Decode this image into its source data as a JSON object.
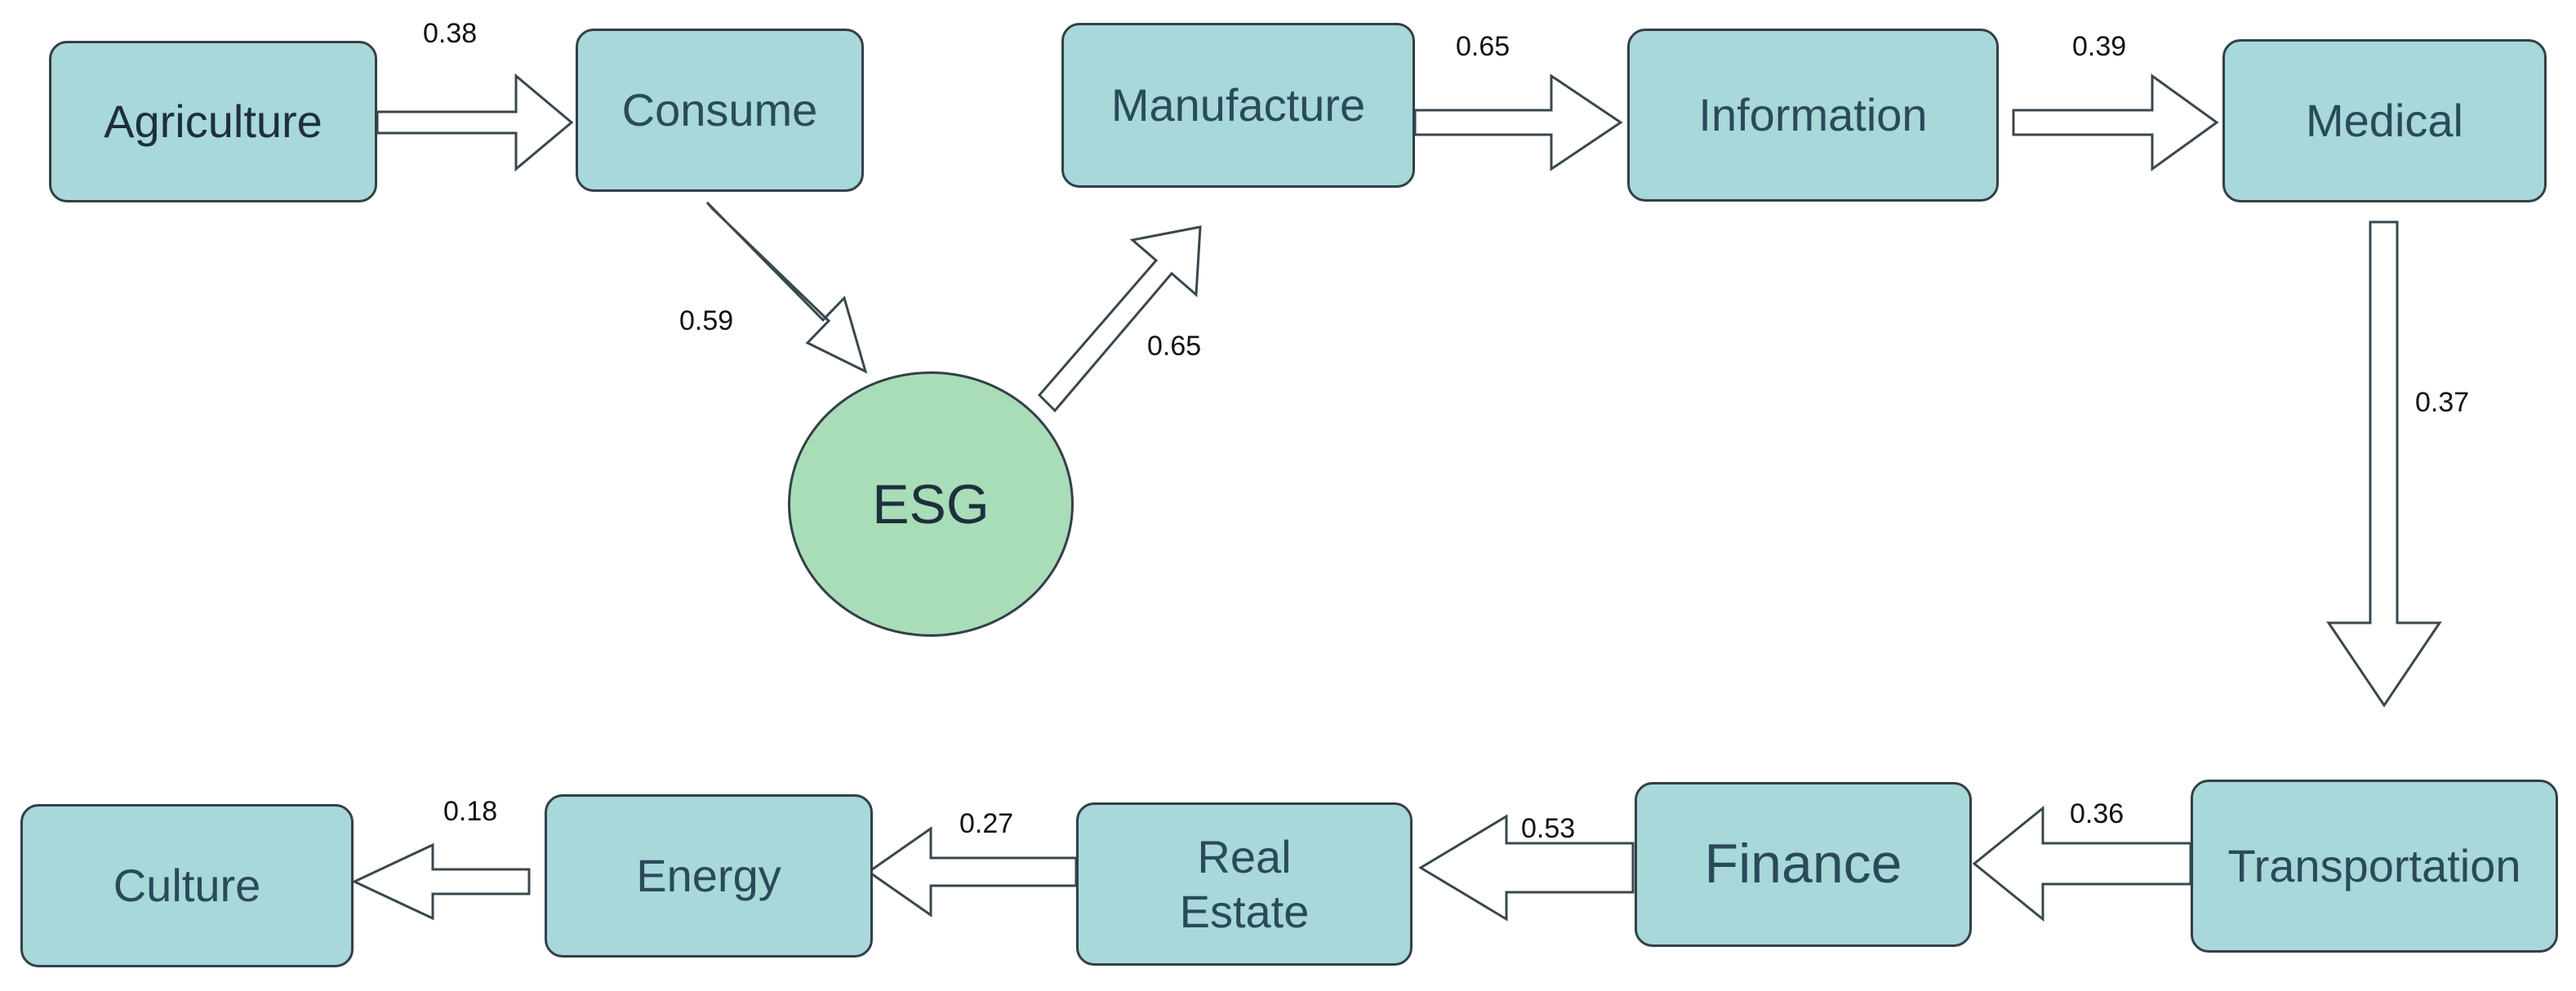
{
  "nodes": {
    "agriculture": "Agriculture",
    "consume": "Consume",
    "esg": "ESG",
    "manufacture": "Manufacture",
    "information": "Information",
    "medical": "Medical",
    "transportation": "Transportation",
    "finance": "Finance",
    "real_estate_line1": "Real",
    "real_estate_line2": "Estate",
    "energy": "Energy",
    "culture": "Culture"
  },
  "edges": {
    "agriculture_consume": "0.38",
    "consume_esg": "0.59",
    "esg_manufacture": "0.65",
    "manufacture_information": "0.65",
    "information_medical": "0.39",
    "medical_transportation": "0.37",
    "transportation_finance": "0.36",
    "finance_real_estate": "0.53",
    "real_estate_energy": "0.27",
    "energy_culture": "0.18"
  },
  "colors": {
    "node_fill": "#a8d8d9",
    "esg_fill": "#a8ddb8",
    "border": "#333f48"
  }
}
